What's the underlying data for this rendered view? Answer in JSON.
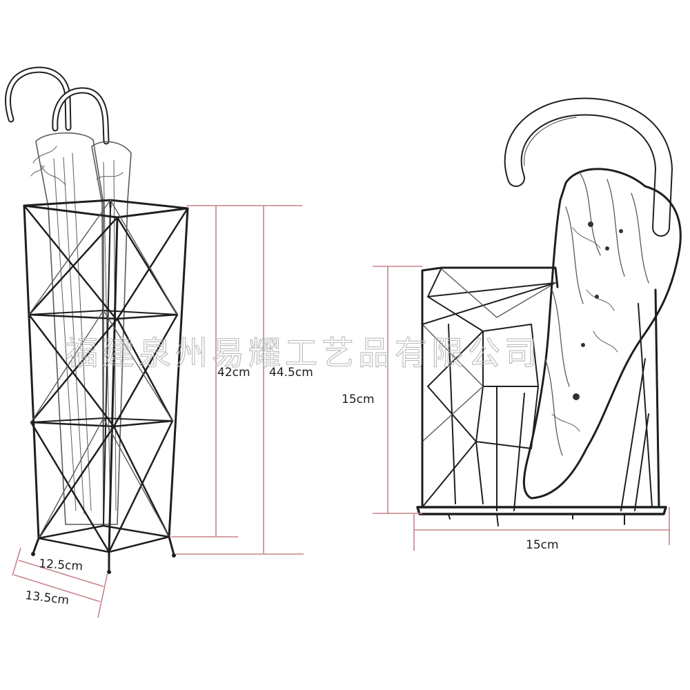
{
  "product_view_left": {
    "height_inner": "42cm",
    "height_outer": "44.5cm",
    "width_top": "12.5cm",
    "width_bottom": "13.5cm"
  },
  "product_view_right": {
    "height": "15cm",
    "width": "15cm"
  },
  "watermark_text": "福建泉州易耀工艺品有限公司",
  "colors": {
    "dimension_line": "#c7828a",
    "sketch_ink": "#1e1e1e",
    "watermark": "#b9b9b9"
  }
}
